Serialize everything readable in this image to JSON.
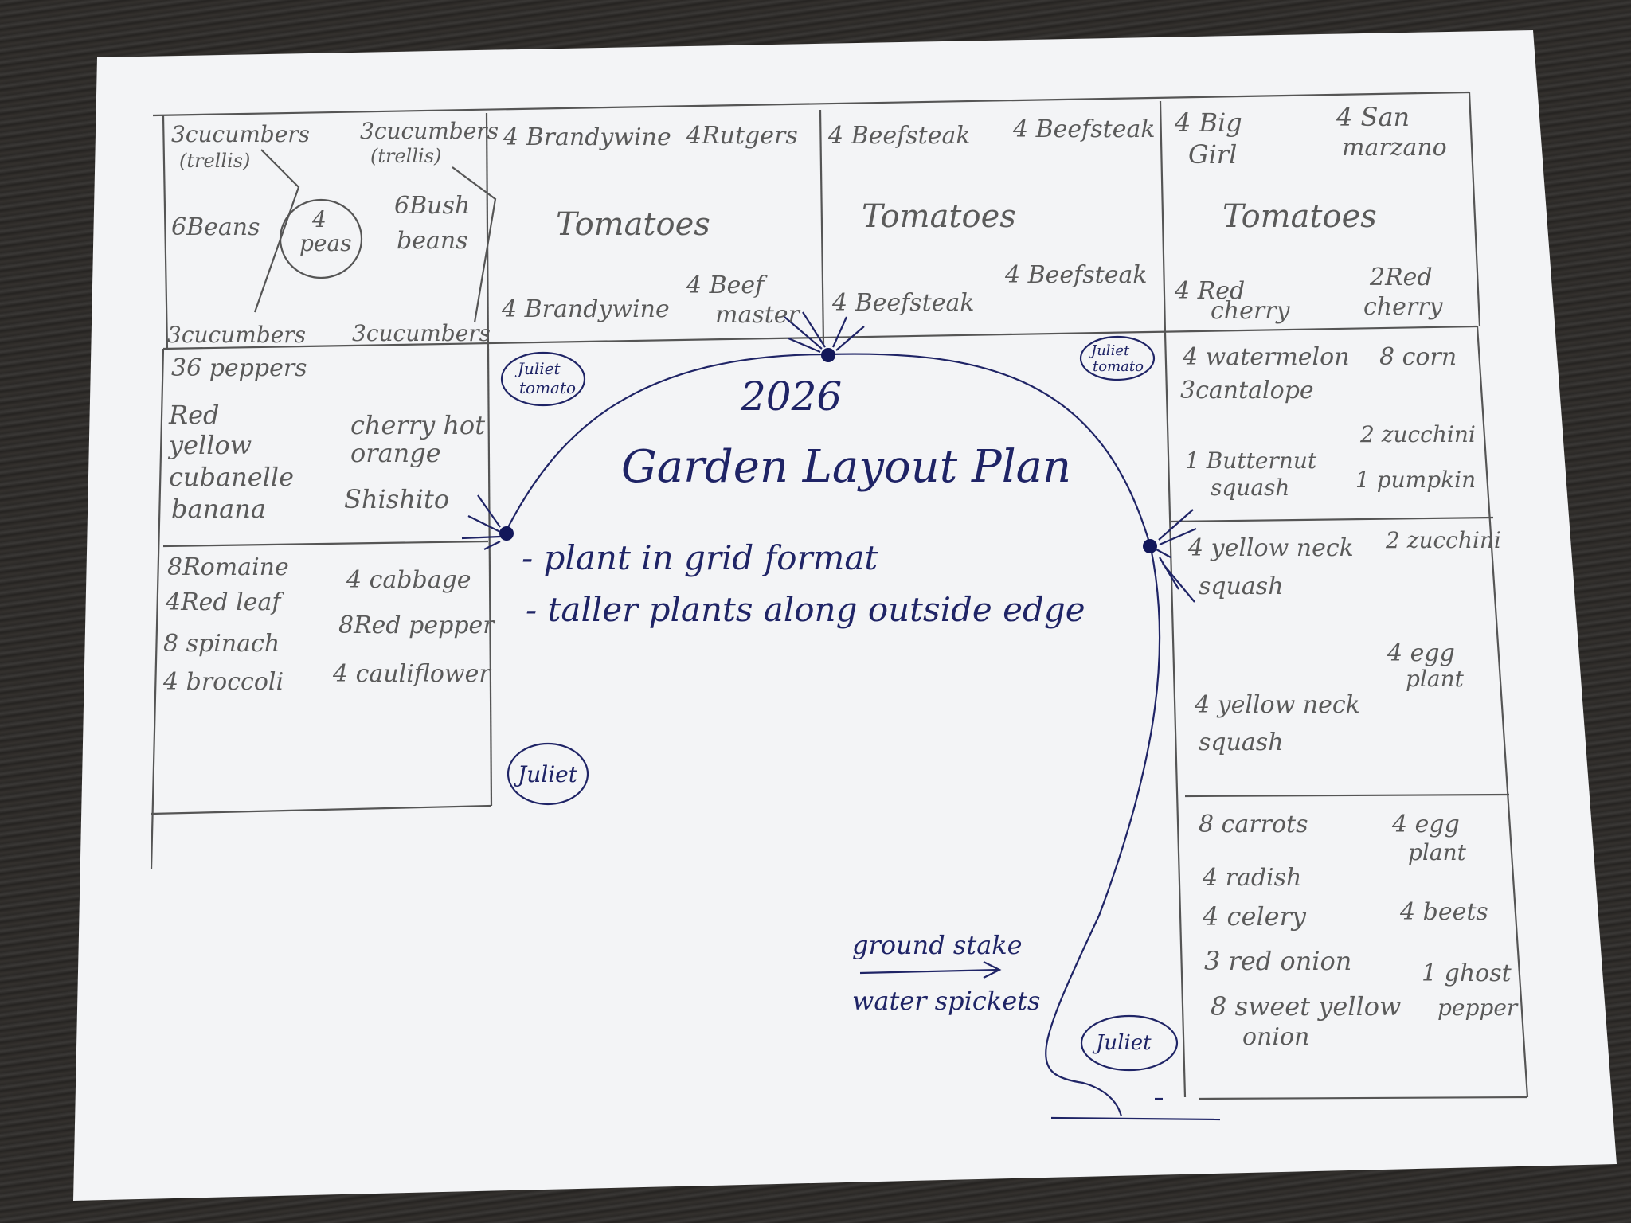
{
  "title": {
    "year": "2026",
    "name": "Garden Layout Plan"
  },
  "notes": [
    "- plant in grid format",
    "- taller plants along outside edge"
  ],
  "legend": {
    "top": "ground stake",
    "bottom": "water spickets"
  },
  "juliet_labels": {
    "left_top_1": "Juliet",
    "left_top_2": "tomato",
    "right_top_1": "Juliet",
    "right_top_2": "tomato",
    "left_mid": "Juliet",
    "bottom": "Juliet"
  },
  "beds": {
    "cucumber_bed": {
      "tl1": "3cucumbers",
      "tl2": "(trellis)",
      "tr1": "3cucumbers",
      "tr2": "(trellis)",
      "ml": "6Beans",
      "center1": "4",
      "center2": "peas",
      "mr1": "6Bush",
      "mr2": "beans",
      "bl": "3cucumbers",
      "br": "3cucumbers"
    },
    "tomato_bed_1": {
      "tl": "4 Brandywine",
      "tr": "4Rutgers",
      "center": "Tomatoes",
      "bl": "4 Brandywine",
      "br1": "4 Beef",
      "br2": "master"
    },
    "tomato_bed_2": {
      "tl": "4 Beefsteak",
      "tr": "4 Beefsteak",
      "center": "Tomatoes",
      "bl": "4 Beefsteak",
      "br": "4 Beefsteak"
    },
    "tomato_bed_3": {
      "tl1": "4 Big",
      "tl2": "Girl",
      "tr1": "4 San",
      "tr2": "marzano",
      "center": "Tomatoes",
      "bl1": "4 Red",
      "bl2": "cherry",
      "br1": "2Red",
      "br2": "cherry"
    },
    "pepper_bed": {
      "header": "36 peppers",
      "left": [
        "Red",
        "yellow",
        "cubanelle",
        "banana"
      ],
      "right": [
        "cherry hot",
        "orange",
        "Shishito"
      ]
    },
    "greens_bed": {
      "left": [
        "8Romaine",
        "4Red leaf",
        "8 spinach",
        "4 broccoli"
      ],
      "right": [
        "4 cabbage",
        "8Red pepper",
        "4 cauliflower"
      ]
    },
    "melon_bed": {
      "tl1": "4 watermelon",
      "tl2": "3cantalope",
      "tr": "8 corn",
      "bl1": "1 Butternut",
      "bl2": "squash",
      "br1": "2 zucchini",
      "br2": "1 pumpkin"
    },
    "squash_bed": {
      "tl1": "4 yellow neck",
      "tl2": "squash",
      "tr": "2 zucchini",
      "mr1": "4 egg",
      "mr2": "plant",
      "bl1": "4 yellow neck",
      "bl2": "squash"
    },
    "root_bed": {
      "left": [
        "8 carrots",
        "4 radish",
        "4 celery",
        "3 red onion",
        "8 sweet yellow",
        "onion"
      ],
      "right": [
        "4 egg",
        "plant",
        "4 beets",
        "1 ghost",
        "pepper"
      ]
    }
  },
  "colors": {
    "paper": "#f4f5f7",
    "pencil": "#5a5a5a",
    "pen": "#1f2466",
    "table": "#2e2c2a"
  }
}
